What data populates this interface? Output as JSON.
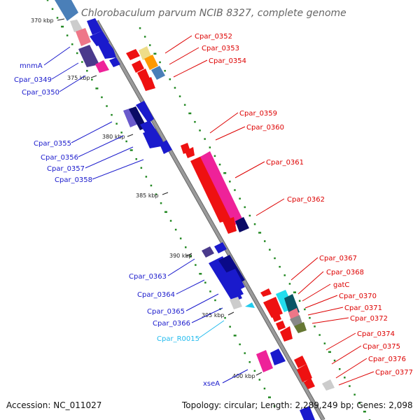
{
  "title": "Chlorobaculum parvum NCIB 8327, complete genome",
  "footer": {
    "accession": "Accession: NC_011027",
    "summary": "Topology: circular; Length: 2,289,249 bp; Genes: 2,098"
  },
  "ticks": [
    "370 kbp",
    "375 kbp",
    "380 kbp",
    "385 kbp",
    "390 kbp",
    "395 kbp",
    "400 kbp"
  ],
  "genes_reverse": [
    {
      "name": "mnmA",
      "color": "#1a1acc"
    },
    {
      "name": "Cpar_0349",
      "color": "#1a1acc"
    },
    {
      "name": "Cpar_0350",
      "color": "#1a1acc"
    },
    {
      "name": "Cpar_0355",
      "color": "#1a1acc"
    },
    {
      "name": "Cpar_0356",
      "color": "#1a1acc"
    },
    {
      "name": "Cpar_0357",
      "color": "#1a1acc"
    },
    {
      "name": "Cpar_0358",
      "color": "#1a1acc"
    },
    {
      "name": "Cpar_0363",
      "color": "#1a1acc"
    },
    {
      "name": "Cpar_0364",
      "color": "#1a1acc"
    },
    {
      "name": "Cpar_0365",
      "color": "#1a1acc"
    },
    {
      "name": "Cpar_0366",
      "color": "#1a1acc"
    },
    {
      "name": "Cpar_R0015",
      "color": "#22bbee"
    },
    {
      "name": "xseA",
      "color": "#1a1acc"
    }
  ],
  "genes_forward": [
    {
      "name": "Cpar_0352",
      "color": "#dd0000"
    },
    {
      "name": "Cpar_0353",
      "color": "#dd0000"
    },
    {
      "name": "Cpar_0354",
      "color": "#dd0000"
    },
    {
      "name": "Cpar_0359",
      "color": "#dd0000"
    },
    {
      "name": "Cpar_0360",
      "color": "#dd0000"
    },
    {
      "name": "Cpar_0361",
      "color": "#dd0000"
    },
    {
      "name": "Cpar_0362",
      "color": "#dd0000"
    },
    {
      "name": "Cpar_0367",
      "color": "#dd0000"
    },
    {
      "name": "Cpar_0368",
      "color": "#dd0000"
    },
    {
      "name": "gatC",
      "color": "#dd0000"
    },
    {
      "name": "Cpar_0370",
      "color": "#dd0000"
    },
    {
      "name": "Cpar_0371",
      "color": "#dd0000"
    },
    {
      "name": "Cpar_0372",
      "color": "#dd0000"
    },
    {
      "name": "Cpar_0374",
      "color": "#dd0000"
    },
    {
      "name": "Cpar_0375",
      "color": "#dd0000"
    },
    {
      "name": "Cpar_0376",
      "color": "#dd0000"
    },
    {
      "name": "Cpar_0377",
      "color": "#dd0000"
    }
  ],
  "colors": {
    "backbone": "#888888",
    "gc_dots": "#228822",
    "reverse_strand": "#1a1acc",
    "forward_strand": "#ee1111",
    "rna": "#22ccee"
  }
}
